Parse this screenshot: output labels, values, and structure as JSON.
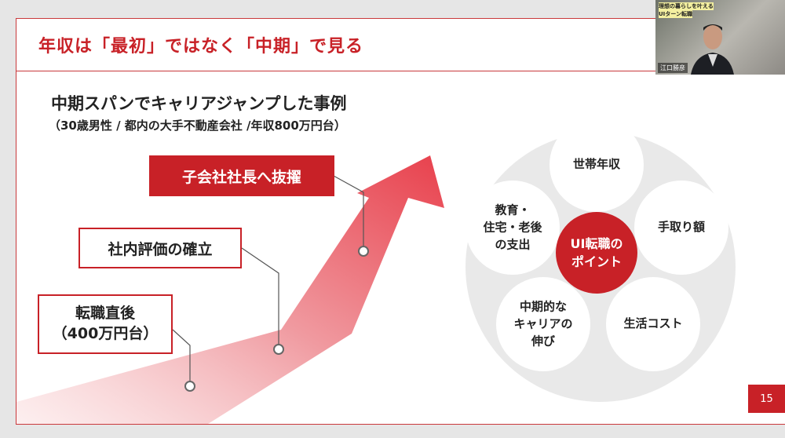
{
  "slide": {
    "title": "年収は「最初」ではなく「中期」で見る",
    "heading": "中期スパンでキャリアジャンプした事例",
    "subheading": "（30歳男性 / 都内の大手不動産会社 /年収800万円台）",
    "page_number": "15"
  },
  "milestones": [
    {
      "label": "子会社社長へ抜擢"
    },
    {
      "label": "社内評価の確立"
    },
    {
      "label_line1": "転職直後",
      "label_line2": "（400万円台）"
    }
  ],
  "diagram": {
    "center_line1": "UI転職の",
    "center_line2": "ポイント",
    "items": [
      {
        "lines": [
          "世帯年収"
        ]
      },
      {
        "lines": [
          "手取り額"
        ]
      },
      {
        "lines": [
          "生活コスト"
        ]
      },
      {
        "lines": [
          "中期的な",
          "キャリアの",
          "伸び"
        ]
      },
      {
        "lines": [
          "教育・",
          "住宅・老後",
          "の支出"
        ]
      }
    ]
  },
  "colors": {
    "accent": "#c82127"
  },
  "webcam": {
    "caption_line1": "理想の暮らしを叶える",
    "caption_line2": "UIターン転職",
    "speaker_name": "江口勝彦"
  }
}
